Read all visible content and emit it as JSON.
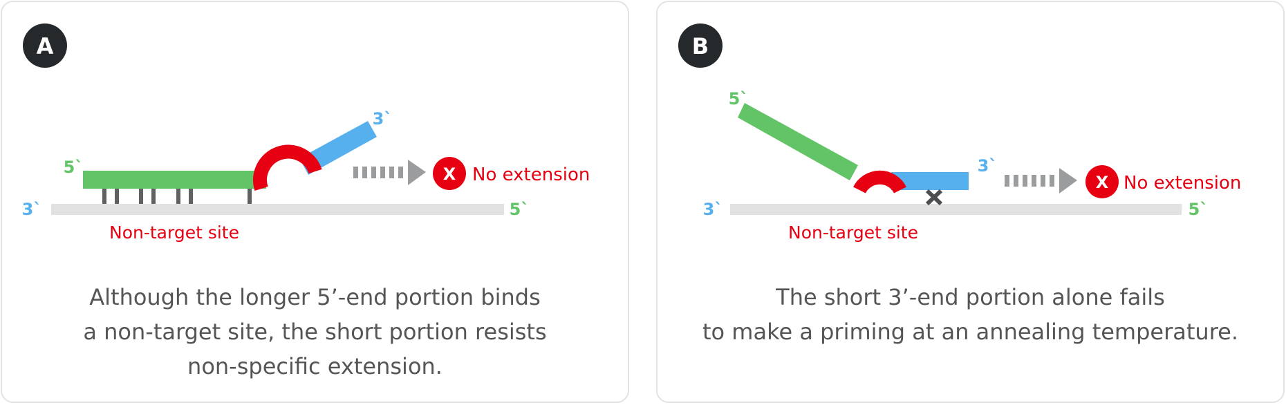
{
  "colors": {
    "green": "#62c466",
    "blue": "#57b0ee",
    "red": "#e60012",
    "gray_strand": "#e2e2e2",
    "gray_arrow": "#9a9c9e",
    "badge": "#26292c",
    "caption": "#555555",
    "border": "#e3e3e3"
  },
  "panels": [
    {
      "badge": "A",
      "label_5prime_primer": "5`",
      "label_3prime_primer": "3`",
      "label_3prime_template": "3`",
      "label_5prime_template": "5`",
      "site_label": "Non-target site",
      "x_mark": "X",
      "result_label": "No extension",
      "caption_lines": [
        "Although the longer 5’-end portion binds",
        "a non-target site, the short portion resists",
        "non-specific extension."
      ]
    },
    {
      "badge": "B",
      "label_5prime_primer": "5`",
      "label_3prime_primer": "3`",
      "label_3prime_template": "3`",
      "label_5prime_template": "5`",
      "site_label": "Non-target site",
      "x_mark": "X",
      "result_label": "No extension",
      "caption_lines": [
        "The short 3’-end portion alone fails",
        "to make a priming at an annealing temperature."
      ]
    }
  ]
}
